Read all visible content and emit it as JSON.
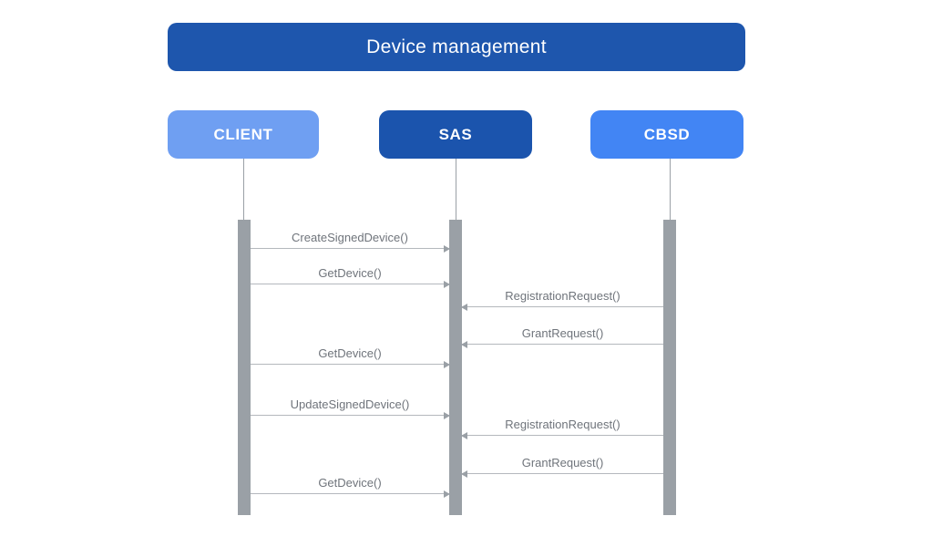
{
  "diagram": {
    "title": "Device management",
    "actors": [
      {
        "id": "client",
        "label": "CLIENT",
        "color": "#6f9ff2"
      },
      {
        "id": "sas",
        "label": "SAS",
        "color": "#1b54ad"
      },
      {
        "id": "cbsd",
        "label": "CBSD",
        "color": "#4285f4"
      }
    ],
    "messages": [
      {
        "label": "CreateSignedDevice()",
        "from": "CLIENT",
        "to": "SAS",
        "direction": "right"
      },
      {
        "label": "GetDevice()",
        "from": "CLIENT",
        "to": "SAS",
        "direction": "right"
      },
      {
        "label": "RegistrationRequest()",
        "from": "CBSD",
        "to": "SAS",
        "direction": "left"
      },
      {
        "label": "GrantRequest()",
        "from": "CBSD",
        "to": "SAS",
        "direction": "left"
      },
      {
        "label": "GetDevice()",
        "from": "CLIENT",
        "to": "SAS",
        "direction": "right"
      },
      {
        "label": "UpdateSignedDevice()",
        "from": "CLIENT",
        "to": "SAS",
        "direction": "right"
      },
      {
        "label": "RegistrationRequest()",
        "from": "CBSD",
        "to": "SAS",
        "direction": "left"
      },
      {
        "label": "GrantRequest()",
        "from": "CBSD",
        "to": "SAS",
        "direction": "left"
      },
      {
        "label": "GetDevice()",
        "from": "CLIENT",
        "to": "SAS",
        "direction": "right"
      }
    ],
    "colors": {
      "background": "#ffffff",
      "title_bg": "#1e56ad",
      "title_text": "#ffffff",
      "actor_text": "#ffffff",
      "lifeline": "#9aa0a6",
      "activation_bar": "#9aa0a6",
      "arrow_line": "#b4b8bd",
      "arrow_head": "#9aa0a6",
      "message_text": "#6f747b"
    }
  }
}
